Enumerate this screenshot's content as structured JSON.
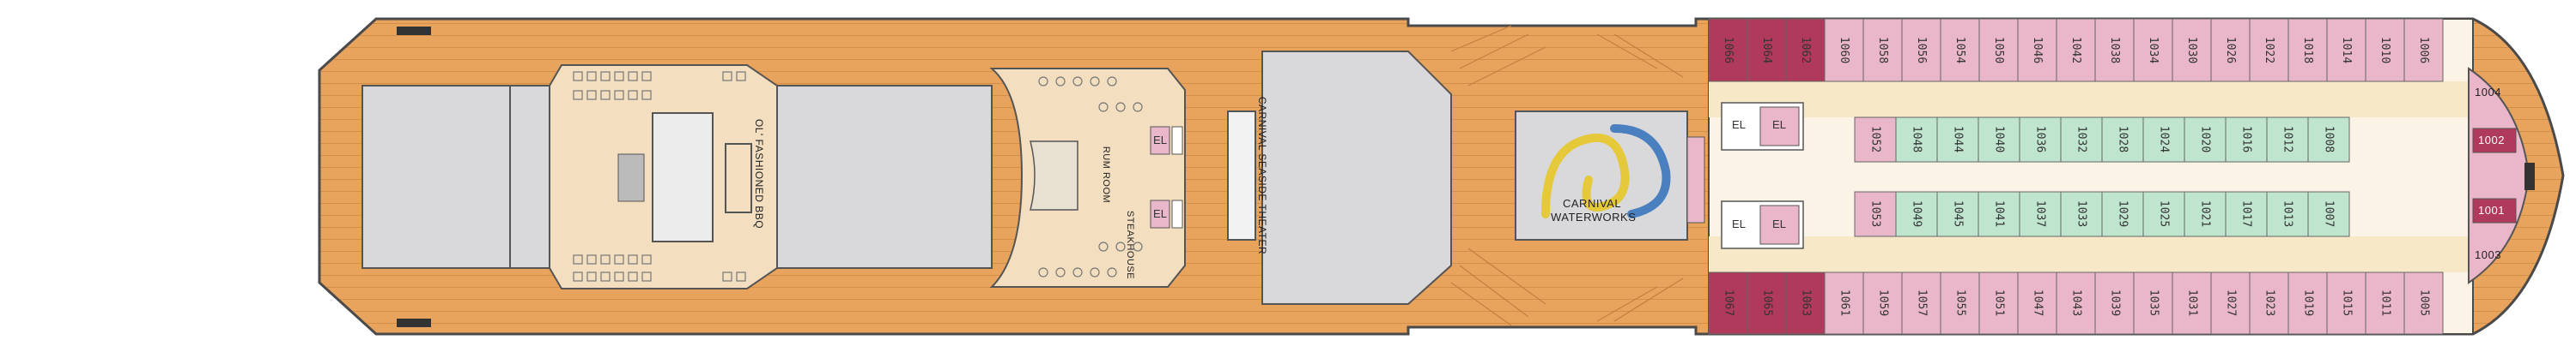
{
  "labels": {
    "bbq": "OL' FASHIONED BBQ",
    "theater": "CARNIVAL SEASIDE THEATER",
    "waterworks_line1": "CARNIVAL",
    "waterworks_line2": "WATERWORKS",
    "steakhouse": "STEAKHOUSE",
    "room": "RUM ROOM",
    "el": "EL"
  },
  "colors": {
    "deck_wood": "#e8a35c",
    "hull_outline": "#4a4a4a",
    "venue_grey": "#d9d9dc",
    "restaurant_cream": "#f3dfc0",
    "cabin_pink": "#e9b7c9",
    "cabin_maroon": "#b03a5b",
    "cabin_green": "#bfe5cf",
    "corridor_cream": "#f7e8c7"
  },
  "cabins": {
    "top_row": [
      "1066",
      "1064",
      "1062",
      "1060",
      "1058",
      "1056",
      "1054",
      "1050",
      "1046",
      "1042",
      "1038",
      "1034",
      "1030",
      "1026",
      "1022",
      "1018",
      "1014",
      "1010",
      "1006"
    ],
    "inner_top": [
      "1052",
      "1048",
      "1044",
      "1040",
      "1036",
      "1032",
      "1028",
      "1024",
      "1020",
      "1016",
      "1012",
      "1008"
    ],
    "inner_bottom": [
      "1053",
      "1049",
      "1045",
      "1041",
      "1037",
      "1033",
      "1029",
      "1025",
      "1021",
      "1017",
      "1013",
      "1007"
    ],
    "bottom_row": [
      "1067",
      "1065",
      "1063",
      "1061",
      "1059",
      "1057",
      "1055",
      "1051",
      "1047",
      "1043",
      "1039",
      "1035",
      "1031",
      "1027",
      "1023",
      "1019",
      "1015",
      "1011",
      "1005"
    ],
    "forward": [
      "1004",
      "1002",
      "1001",
      "1003"
    ]
  }
}
